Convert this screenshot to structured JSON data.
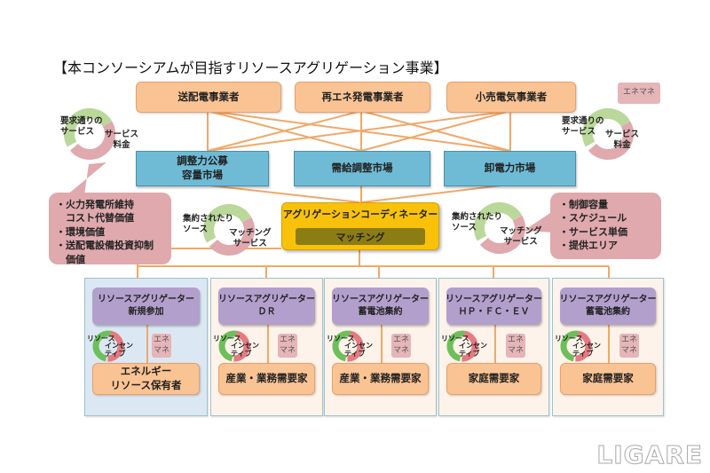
{
  "title": "【本コンソーシアムが目指すリソースアグリゲーション事業】",
  "legend": "エネマネ",
  "top_entities": [
    "送配電事業者",
    "再エネ発電事業者",
    "小売電気事業者"
  ],
  "markets": [
    "調整力公募\n容量市場",
    "需給調整市場",
    "卸電力市場"
  ],
  "coordinator": {
    "title": "アグリゲーションコーディネーター",
    "inner": "マッチング"
  },
  "cycle_top": {
    "left": "要求通りの\nサービス",
    "right": "サービス\n料金"
  },
  "cycle_mid": {
    "left": "集約されたり\nソース",
    "right": "マッチング\nサービス"
  },
  "left_callout": [
    "・火力発電所維持\n　コスト代替価値",
    "・環境価値",
    "・送配電設備投資抑制\n　価値"
  ],
  "right_callout": [
    "・制御容量",
    "・スケジュール",
    "・サービス単価",
    "・提供エリア"
  ],
  "small_cycle": {
    "a": "リソース",
    "b": "インセン\nティブ"
  },
  "enemane_small": "エネ\nマネ",
  "columns": [
    {
      "aggregator": "リソースアグリゲーター\n新規参加",
      "customer": "エネルギー\nリソース保有者"
    },
    {
      "aggregator": "リソースアグリゲーター\nＤＲ",
      "customer": "産業・業務需要家"
    },
    {
      "aggregator": "リソースアグリゲーター\n蓄電池集約",
      "customer": "産業・業務需要家"
    },
    {
      "aggregator": "リソースアグリゲーター\nＨＰ・ＦＣ・ＥＶ",
      "customer": "家庭需要家"
    },
    {
      "aggregator": "リソースアグリゲーター\n蓄電池集約",
      "customer": "家庭需要家"
    }
  ],
  "watermark": "LIGARE"
}
